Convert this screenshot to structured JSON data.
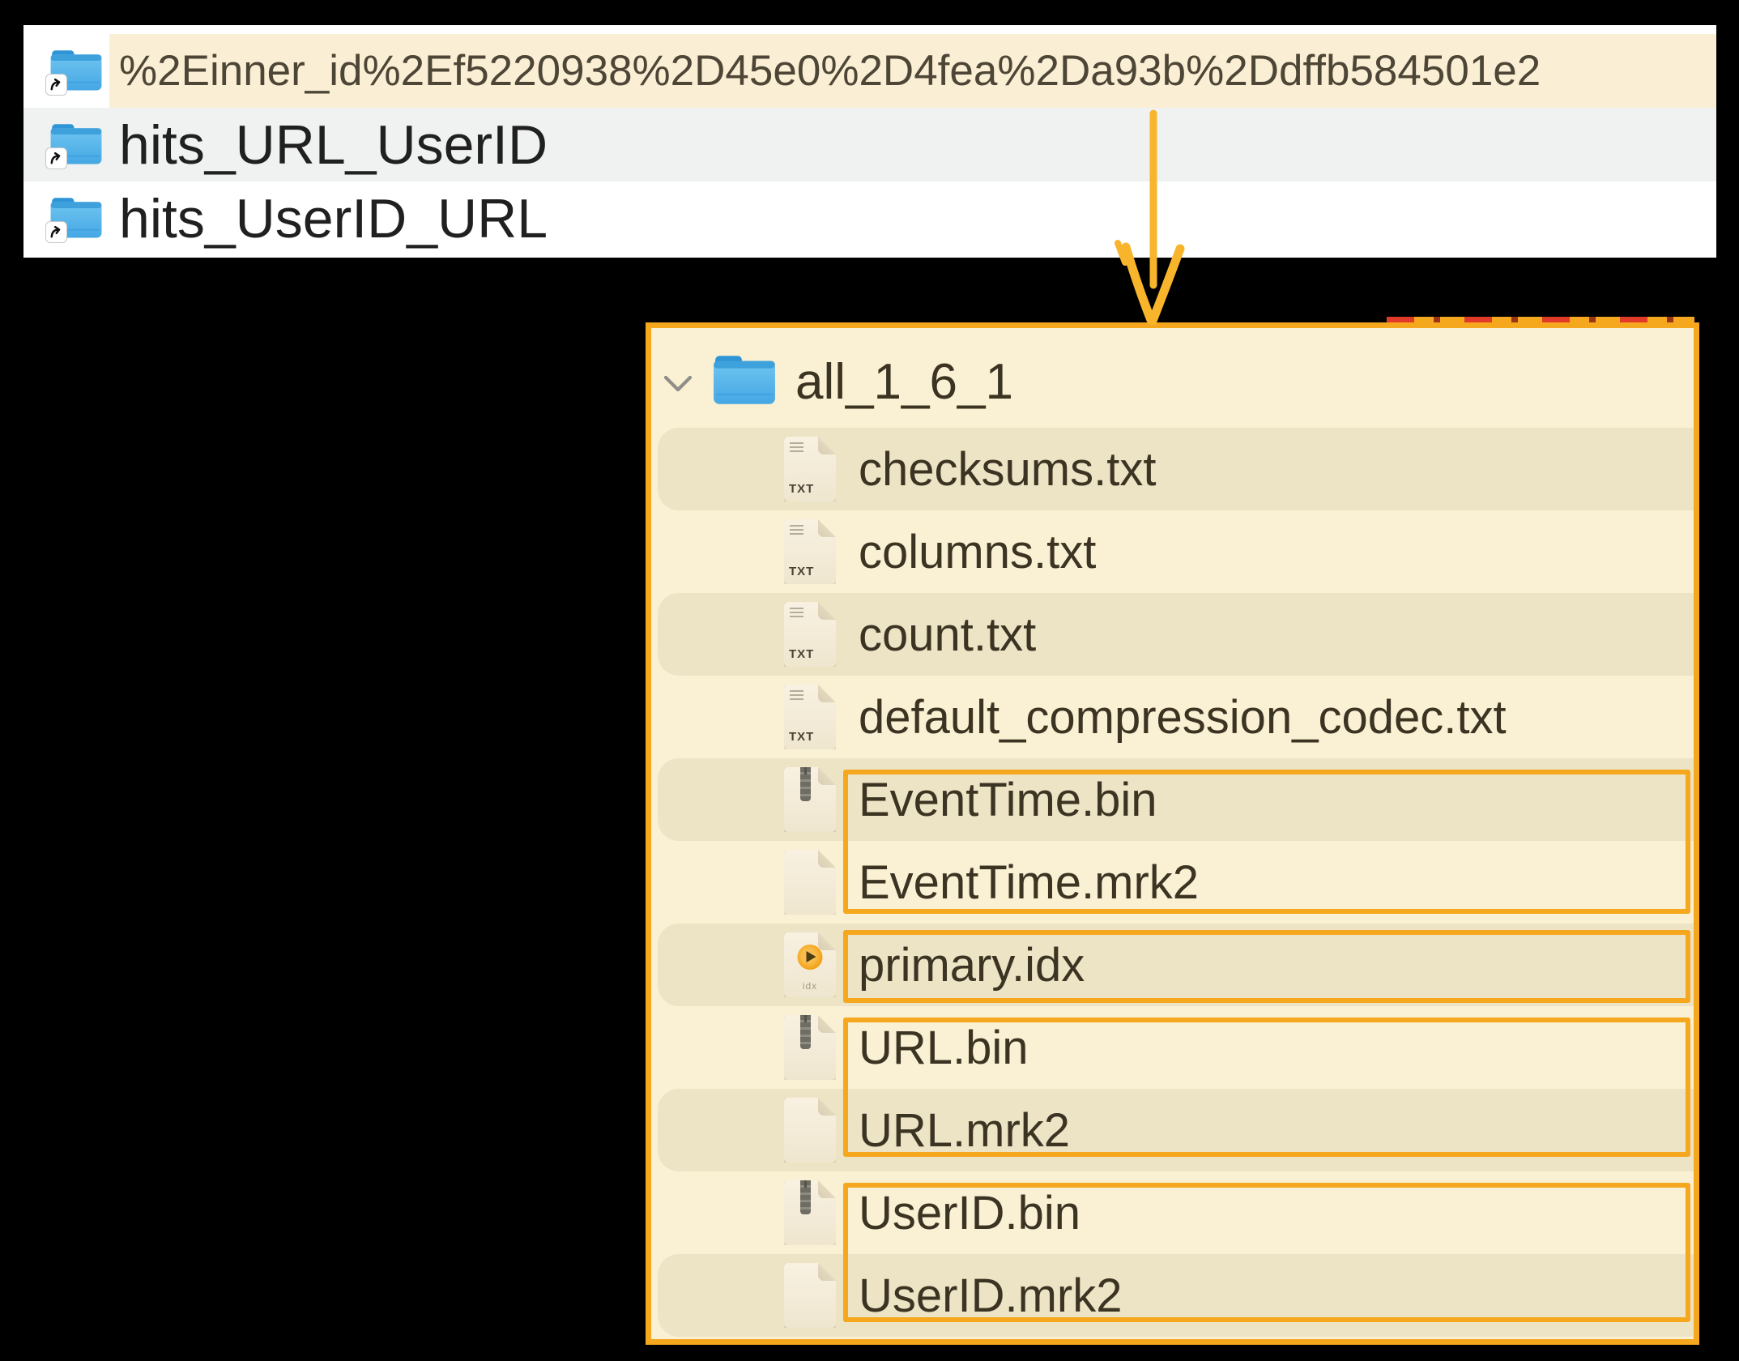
{
  "colors": {
    "accent_orange": "#F5A71E",
    "arrow_yellow": "#F8B52C",
    "red_accent": "#E23A28",
    "panel_cream": "#FAF0D3",
    "row_stripe": "#EDE4C5",
    "selected_cream": "#FAEFD4",
    "row_gray": "#F0F1F1",
    "folder_blue": "#4FB0E9"
  },
  "top_panel": {
    "rows": [
      {
        "label": "%2Einner_id%2Ef5220938%2D45e0%2D4fea%2Da93b%2Ddffb584501e2",
        "selected": true
      },
      {
        "label": "hits_URL_UserID",
        "selected": false
      },
      {
        "label": "hits_UserID_URL",
        "selected": false
      }
    ]
  },
  "tree_panel": {
    "root_label": "all_1_6_1",
    "files": [
      {
        "name": "checksums.txt",
        "type": "txt"
      },
      {
        "name": "columns.txt",
        "type": "txt"
      },
      {
        "name": "count.txt",
        "type": "txt"
      },
      {
        "name": "default_compression_codec.txt",
        "type": "txt"
      },
      {
        "name": "EventTime.bin",
        "type": "bin",
        "group": 1
      },
      {
        "name": "EventTime.mrk2",
        "type": "mrk2",
        "group": 1
      },
      {
        "name": "primary.idx",
        "type": "idx",
        "group": 2
      },
      {
        "name": "URL.bin",
        "type": "bin",
        "group": 3
      },
      {
        "name": "URL.mrk2",
        "type": "mrk2",
        "group": 3
      },
      {
        "name": "UserID.bin",
        "type": "bin",
        "group": 4
      },
      {
        "name": "UserID.mrk2",
        "type": "mrk2",
        "group": 4
      }
    ]
  },
  "icons": {
    "txt_tag": "TXT",
    "idx_tag": "idx"
  }
}
